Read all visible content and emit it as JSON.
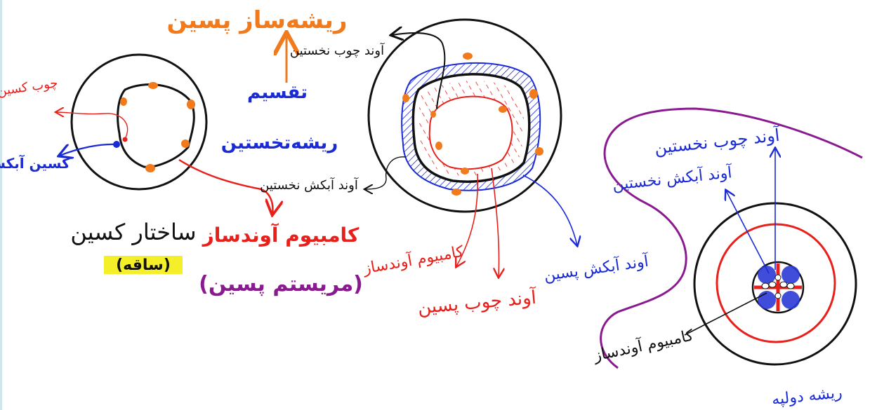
{
  "colors": {
    "black": "#111111",
    "red": "#e8201b",
    "orange": "#f07a1c",
    "blue": "#1a2bd6",
    "purple": "#8a1a8f",
    "highlight": "#f5ef2a",
    "node": "#f07a1c"
  },
  "diagram1": {
    "label_stem": "ساختار کسین",
    "label_stem_sub": "(ساقه)",
    "label_xylem_red": "چوب کسین",
    "label_phloem_blue": "کسین آبکش",
    "label_cambium": "کامبیوم آوندساز",
    "label_primary": "(مریستم پسین)"
  },
  "center_labels": {
    "label_secondary_meristem": "ریشه‌ساز پسین",
    "label_cell_division": "تقسیم",
    "label_diff": "ریشه‌تخستین",
    "label_xylem_primary": "آوند چوب نخستین",
    "label_phloem_primary": "آوند آبکش نخستین"
  },
  "diagram2": {
    "label_cambium2": "کامبیوم آوندساز",
    "label_xylem_secondary": "آوند چوب پسین",
    "label_phloem_secondary": "آوند آبکش پسین"
  },
  "diagram3": {
    "label_xylem_primary": "آوند چوب نخستین",
    "label_phloem_primary": "آوند آبکش نخستین",
    "label_cambium": "کامبیوم آوندساز",
    "label_root": "ریشه دولپه"
  }
}
